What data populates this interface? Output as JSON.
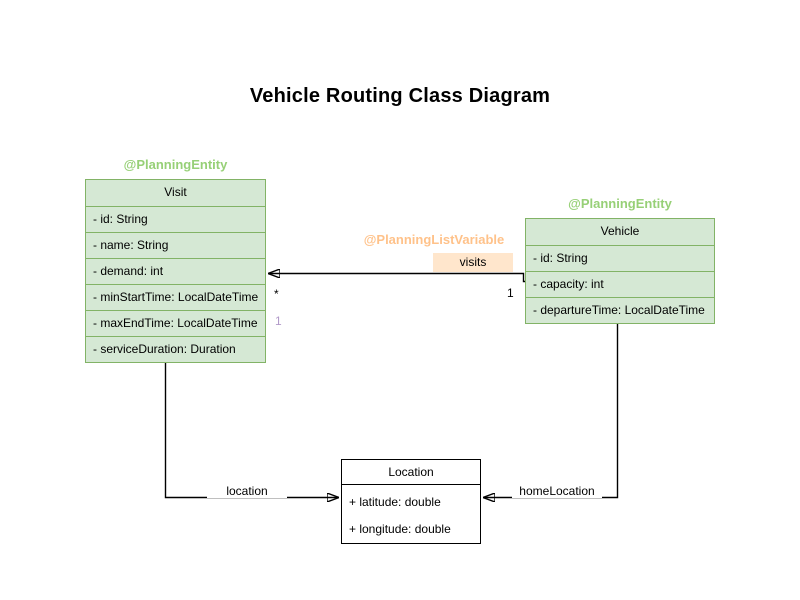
{
  "title": "Vehicle Routing Class Diagram",
  "colors": {
    "class_fill_green": "#d5e8d4",
    "class_border_green": "#82b366",
    "annotation_green": "#97d077",
    "annotation_orange": "#ffc28a",
    "edge_label_bg": "#ffe6cc",
    "muted_multiplicity_purple": "#b29ac9",
    "line_black": "#000000"
  },
  "classes": {
    "visit": {
      "annotation": "@PlanningEntity",
      "name": "Visit",
      "attributes": [
        "- id: String",
        "- name: String",
        "- demand: int",
        "- minStartTime: LocalDateTime",
        "- maxEndTime: LocalDateTime",
        "- serviceDuration: Duration"
      ]
    },
    "vehicle": {
      "annotation": "@PlanningEntity",
      "name": "Vehicle",
      "attributes": [
        "- id: String",
        "- capacity: int",
        "- departureTime: LocalDateTime"
      ]
    },
    "location": {
      "name": "Location",
      "attributes": [
        "+ latitude: double",
        "+ longitude: double"
      ]
    }
  },
  "edges": {
    "visits": {
      "annotation": "@PlanningListVariable",
      "label": "visits",
      "target_multiplicity": "*",
      "source_multiplicity": "1",
      "extra_multiplicity": "1"
    },
    "location": {
      "label": "location"
    },
    "home_location": {
      "label": "homeLocation"
    }
  }
}
